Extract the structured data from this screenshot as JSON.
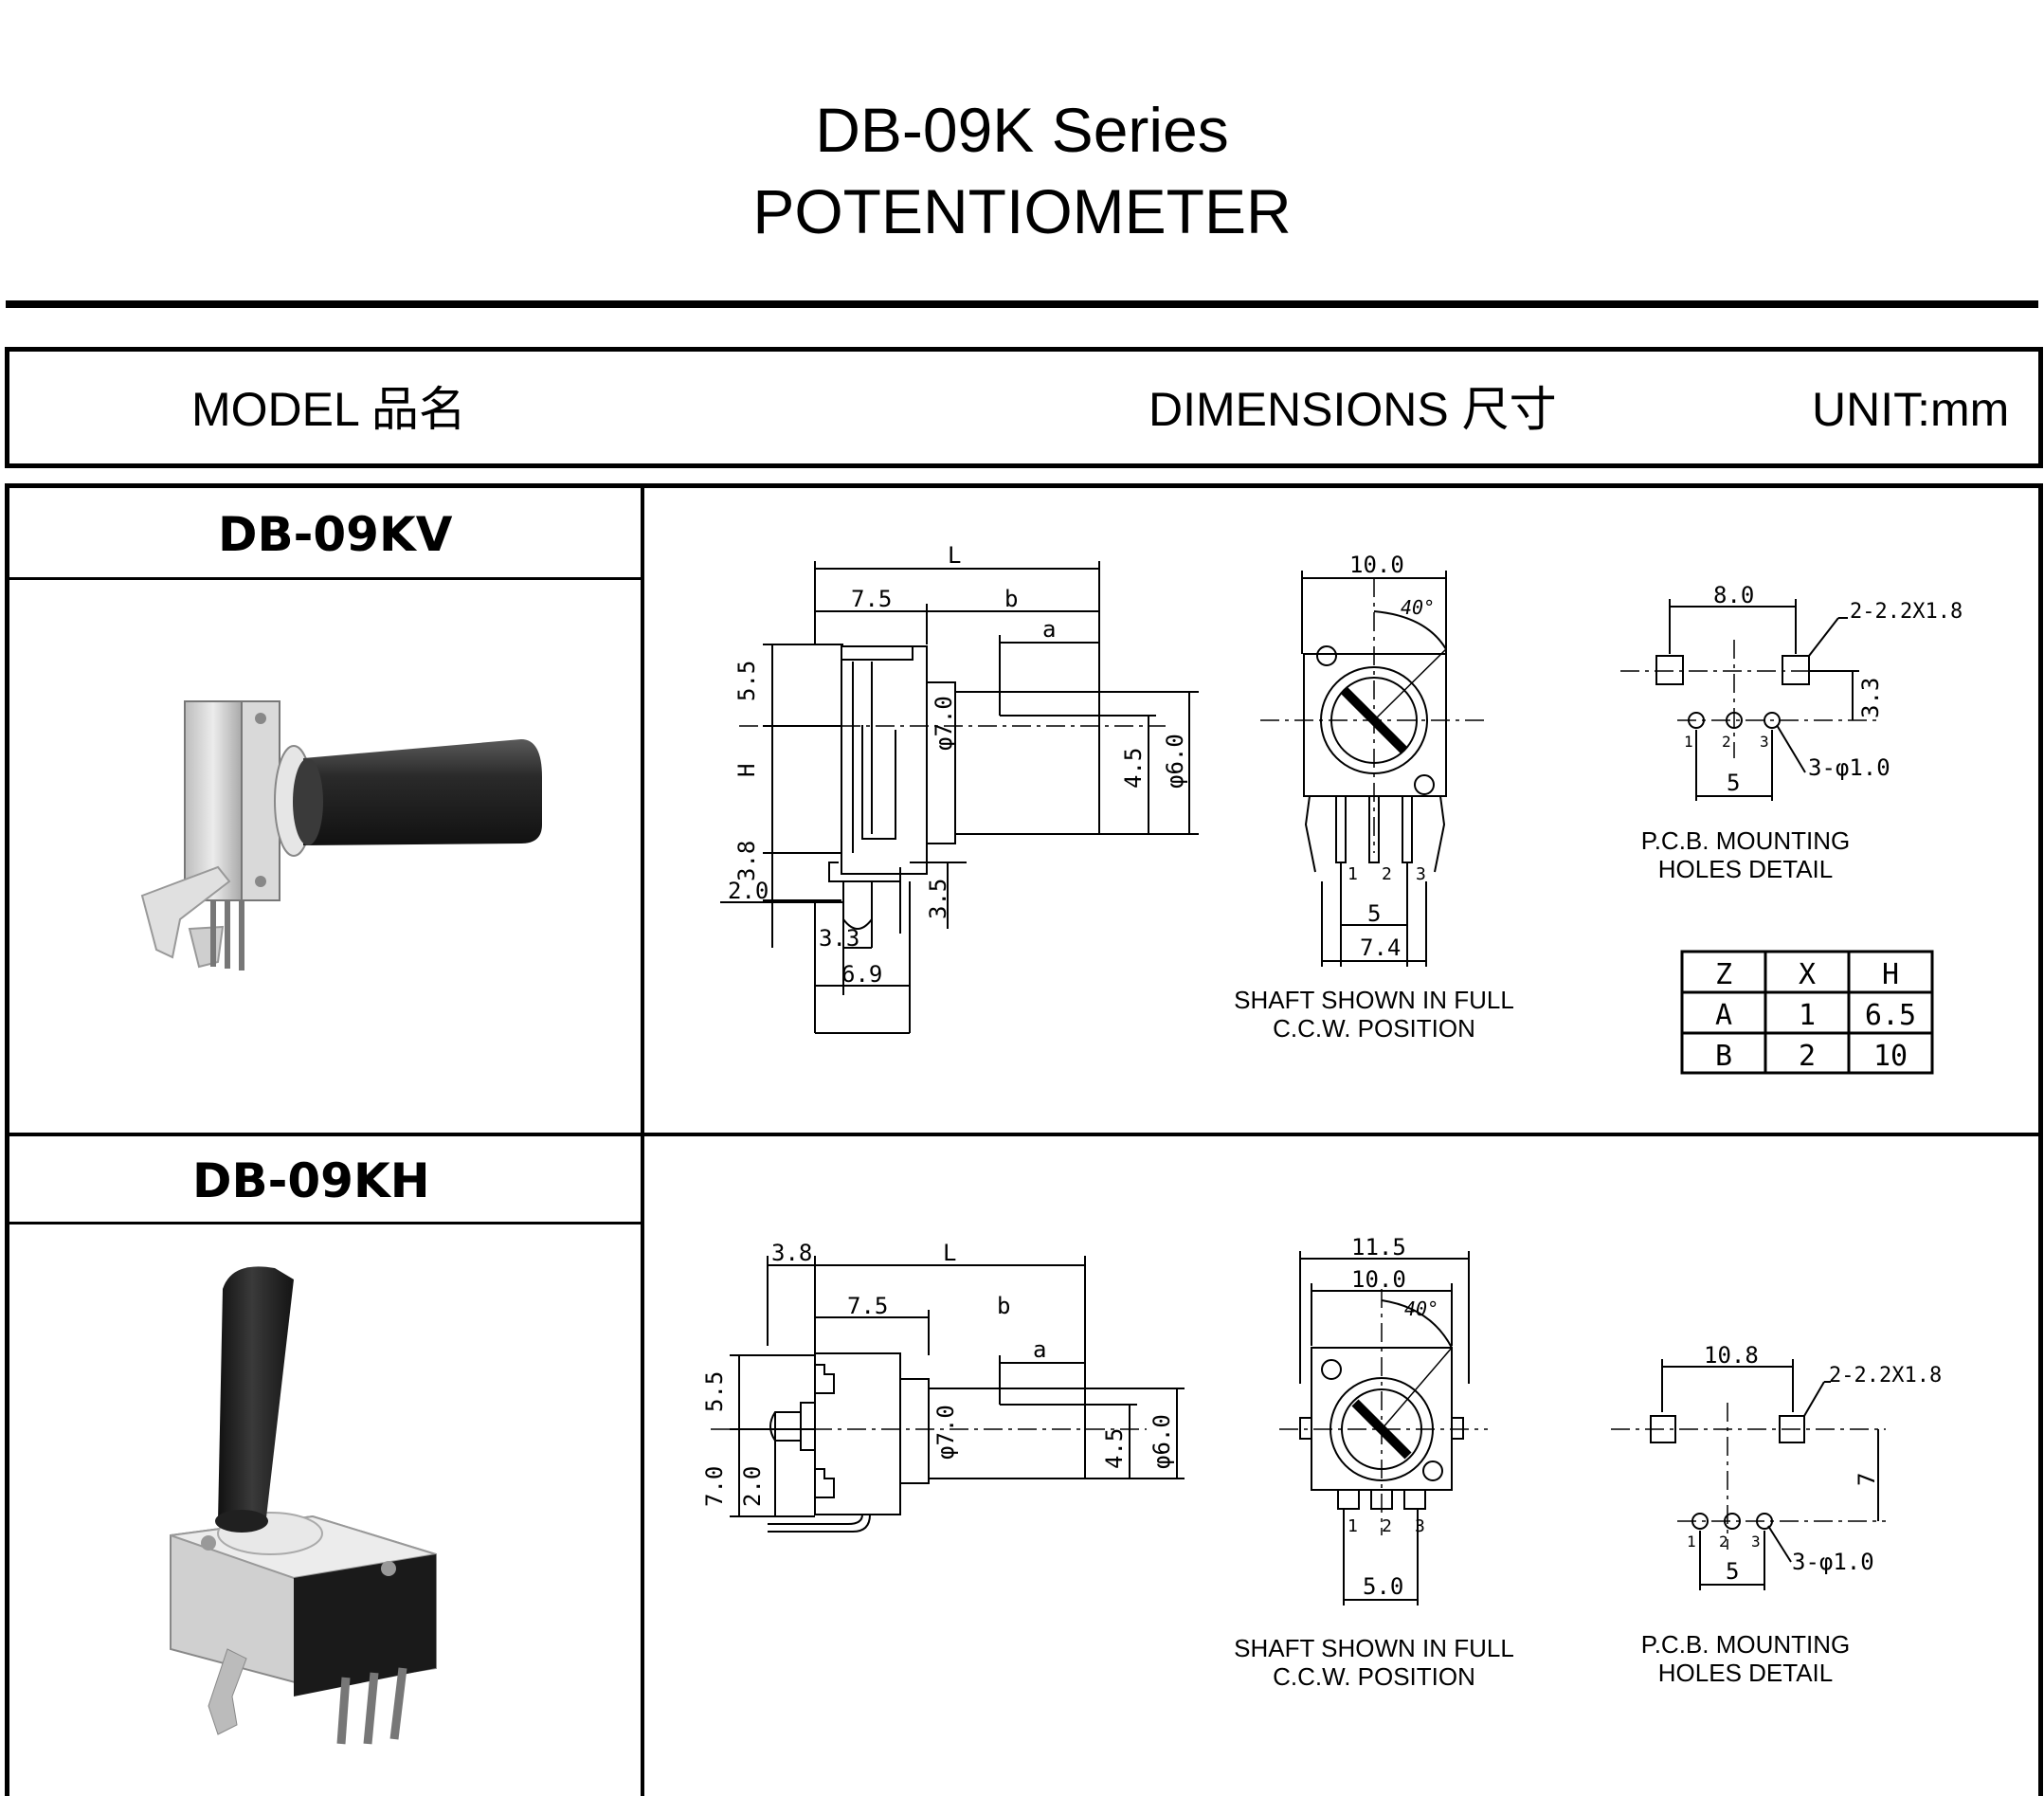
{
  "page": {
    "title": "DB-09K Series",
    "subtitle": "POTENTIOMETER"
  },
  "header": {
    "model": "MODEL 品名",
    "dimensions": "DIMENSIONS 尺寸",
    "unit": "UNIT:mm"
  },
  "models": [
    {
      "name": "DB-09KV",
      "side_dims": {
        "L": "L",
        "d75": "7.5",
        "b": "b",
        "a": "a",
        "d55": "5.5",
        "H": "H",
        "d38": "3.8",
        "d20": "2.0",
        "d35": "3.5",
        "d33": "3.3",
        "d69": "6.9",
        "phi7": "φ7.0",
        "d45": "4.5",
        "phi6": "φ6.0"
      },
      "front_dims": {
        "d100": "10.0",
        "angle": "40°",
        "d5": "5",
        "d74": "7.4",
        "p1": "1",
        "p2": "2",
        "p3": "3"
      },
      "front_caption": [
        "SHAFT SHOWN IN FULL",
        "C.C.W. POSITION"
      ],
      "pcb_dims": {
        "d80": "8.0",
        "pad": "2-2.2X1.8",
        "d33": "3.3",
        "d5": "5",
        "holes": "3-φ1.0",
        "p1": "1",
        "p2": "2",
        "p3": "3"
      },
      "pcb_caption": [
        "P.C.B. MOUNTING",
        "HOLES DETAIL"
      ],
      "table": {
        "headers": [
          "Z",
          "X",
          "H"
        ],
        "rows": [
          [
            "A",
            "1",
            "6.5"
          ],
          [
            "B",
            "2",
            "10"
          ]
        ]
      }
    },
    {
      "name": "DB-09KH",
      "side_dims": {
        "d38": "3.8",
        "L": "L",
        "d75": "7.5",
        "b": "b",
        "a": "a",
        "d55": "5.5",
        "d70": "7.0",
        "d20": "2.0",
        "phi7": "φ7.0",
        "d45": "4.5",
        "phi6": "φ6.0"
      },
      "front_dims": {
        "d115": "11.5",
        "d100": "10.0",
        "angle": "40°",
        "d50": "5.0",
        "p1": "1",
        "p2": "2",
        "p3": "3"
      },
      "front_caption": [
        "SHAFT SHOWN IN FULL",
        "C.C.W. POSITION"
      ],
      "pcb_dims": {
        "d108": "10.8",
        "pad": "2-2.2X1.8",
        "d7": "7",
        "d5": "5",
        "holes": "3-φ1.0",
        "p1": "1",
        "p2": "2",
        "p3": "3"
      },
      "pcb_caption": [
        "P.C.B. MOUNTING",
        "HOLES DETAIL"
      ]
    }
  ]
}
